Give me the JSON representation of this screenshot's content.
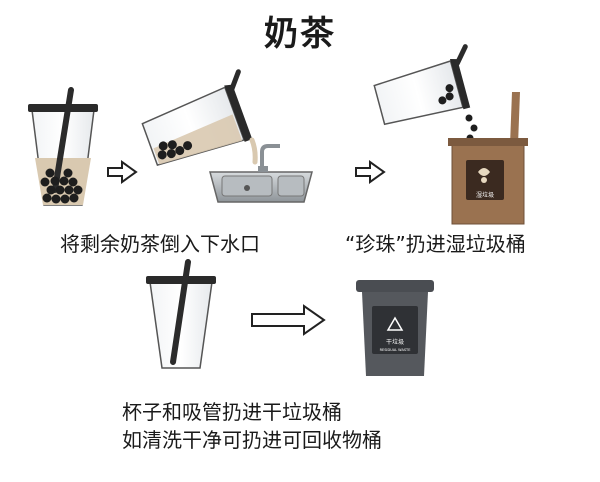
{
  "title": "奶茶",
  "steps": [
    {
      "caption": "将剩余奶茶倒入下水口"
    },
    {
      "caption": "“珍珠”扔进湿垃圾桶"
    },
    {
      "caption_lines": [
        "杯子和吸管扔进干垃圾桶",
        "如清洗干净可扔进可回收物桶"
      ]
    }
  ],
  "bins": {
    "wet_label": "湿垃圾",
    "dry_label": "干垃圾",
    "dry_sublabel": "RESIDUAL WASTE"
  },
  "colors": {
    "wet_bin": "#9a7250",
    "dry_bin": "#4a4d52",
    "tea": "#d9c9b0",
    "pearl": "#1e1e1e"
  }
}
